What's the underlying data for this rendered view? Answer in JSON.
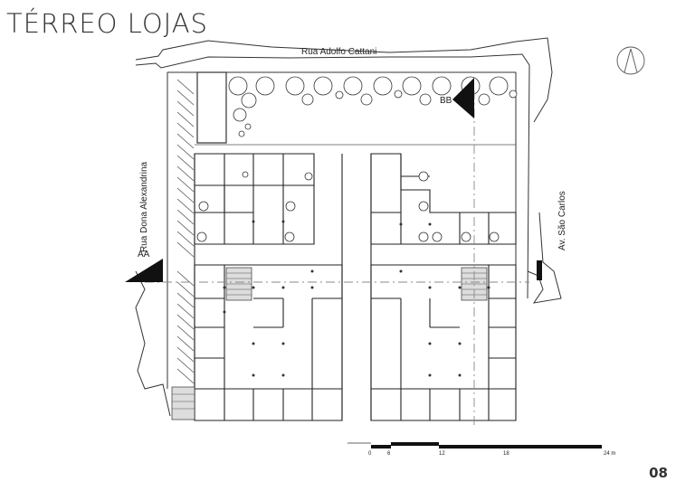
{
  "page": {
    "title": "TÉRREO LOJAS",
    "page_number": "08"
  },
  "streets": {
    "north": "Rua Adolfo Cattani",
    "west": "Rua Dona Alexandrina",
    "east": "Av. São Carlos"
  },
  "section_marks": {
    "aa": "AA",
    "bb": "BB"
  },
  "scale_bar": {
    "labels": [
      "0",
      "6",
      "12",
      "18",
      "24 m"
    ]
  },
  "colors": {
    "line": "#222222",
    "hatch": "#555555",
    "dash": "#888888"
  }
}
